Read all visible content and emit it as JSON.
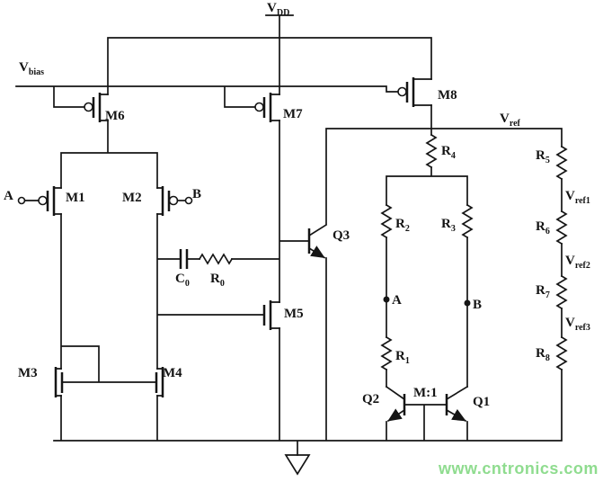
{
  "labels": {
    "vdd": {
      "base": "V",
      "sub": "DD"
    },
    "vbias": {
      "base": "V",
      "sub": "bias"
    },
    "vref": {
      "base": "V",
      "sub": "ref"
    },
    "vref1": {
      "base": "V",
      "sub": "ref1"
    },
    "vref2": {
      "base": "V",
      "sub": "ref2"
    },
    "vref3": {
      "base": "V",
      "sub": "ref3"
    },
    "m1": "M1",
    "m2": "M2",
    "m3": "M3",
    "m4": "M4",
    "m5": "M5",
    "m6": "M6",
    "m7": "M7",
    "m8": "M8",
    "q1": "Q1",
    "q2": "Q2",
    "q3": "Q3",
    "c0": {
      "base": "C",
      "sub": "0"
    },
    "r0": {
      "base": "R",
      "sub": "0"
    },
    "r1": {
      "base": "R",
      "sub": "1"
    },
    "r2": {
      "base": "R",
      "sub": "2"
    },
    "r3": {
      "base": "R",
      "sub": "3"
    },
    "r4": {
      "base": "R",
      "sub": "4"
    },
    "r5": {
      "base": "R",
      "sub": "5"
    },
    "r6": {
      "base": "R",
      "sub": "6"
    },
    "r7": {
      "base": "R",
      "sub": "7"
    },
    "r8": {
      "base": "R",
      "sub": "8"
    },
    "input_a": "A",
    "input_b": "B",
    "node_a": "A",
    "node_b": "B",
    "ratio": "M:1"
  },
  "watermark": {
    "text": "www.cntronics.com",
    "color": "#8fdc8f"
  },
  "colors": {
    "ink": "#151515",
    "background": "#ffffff"
  }
}
